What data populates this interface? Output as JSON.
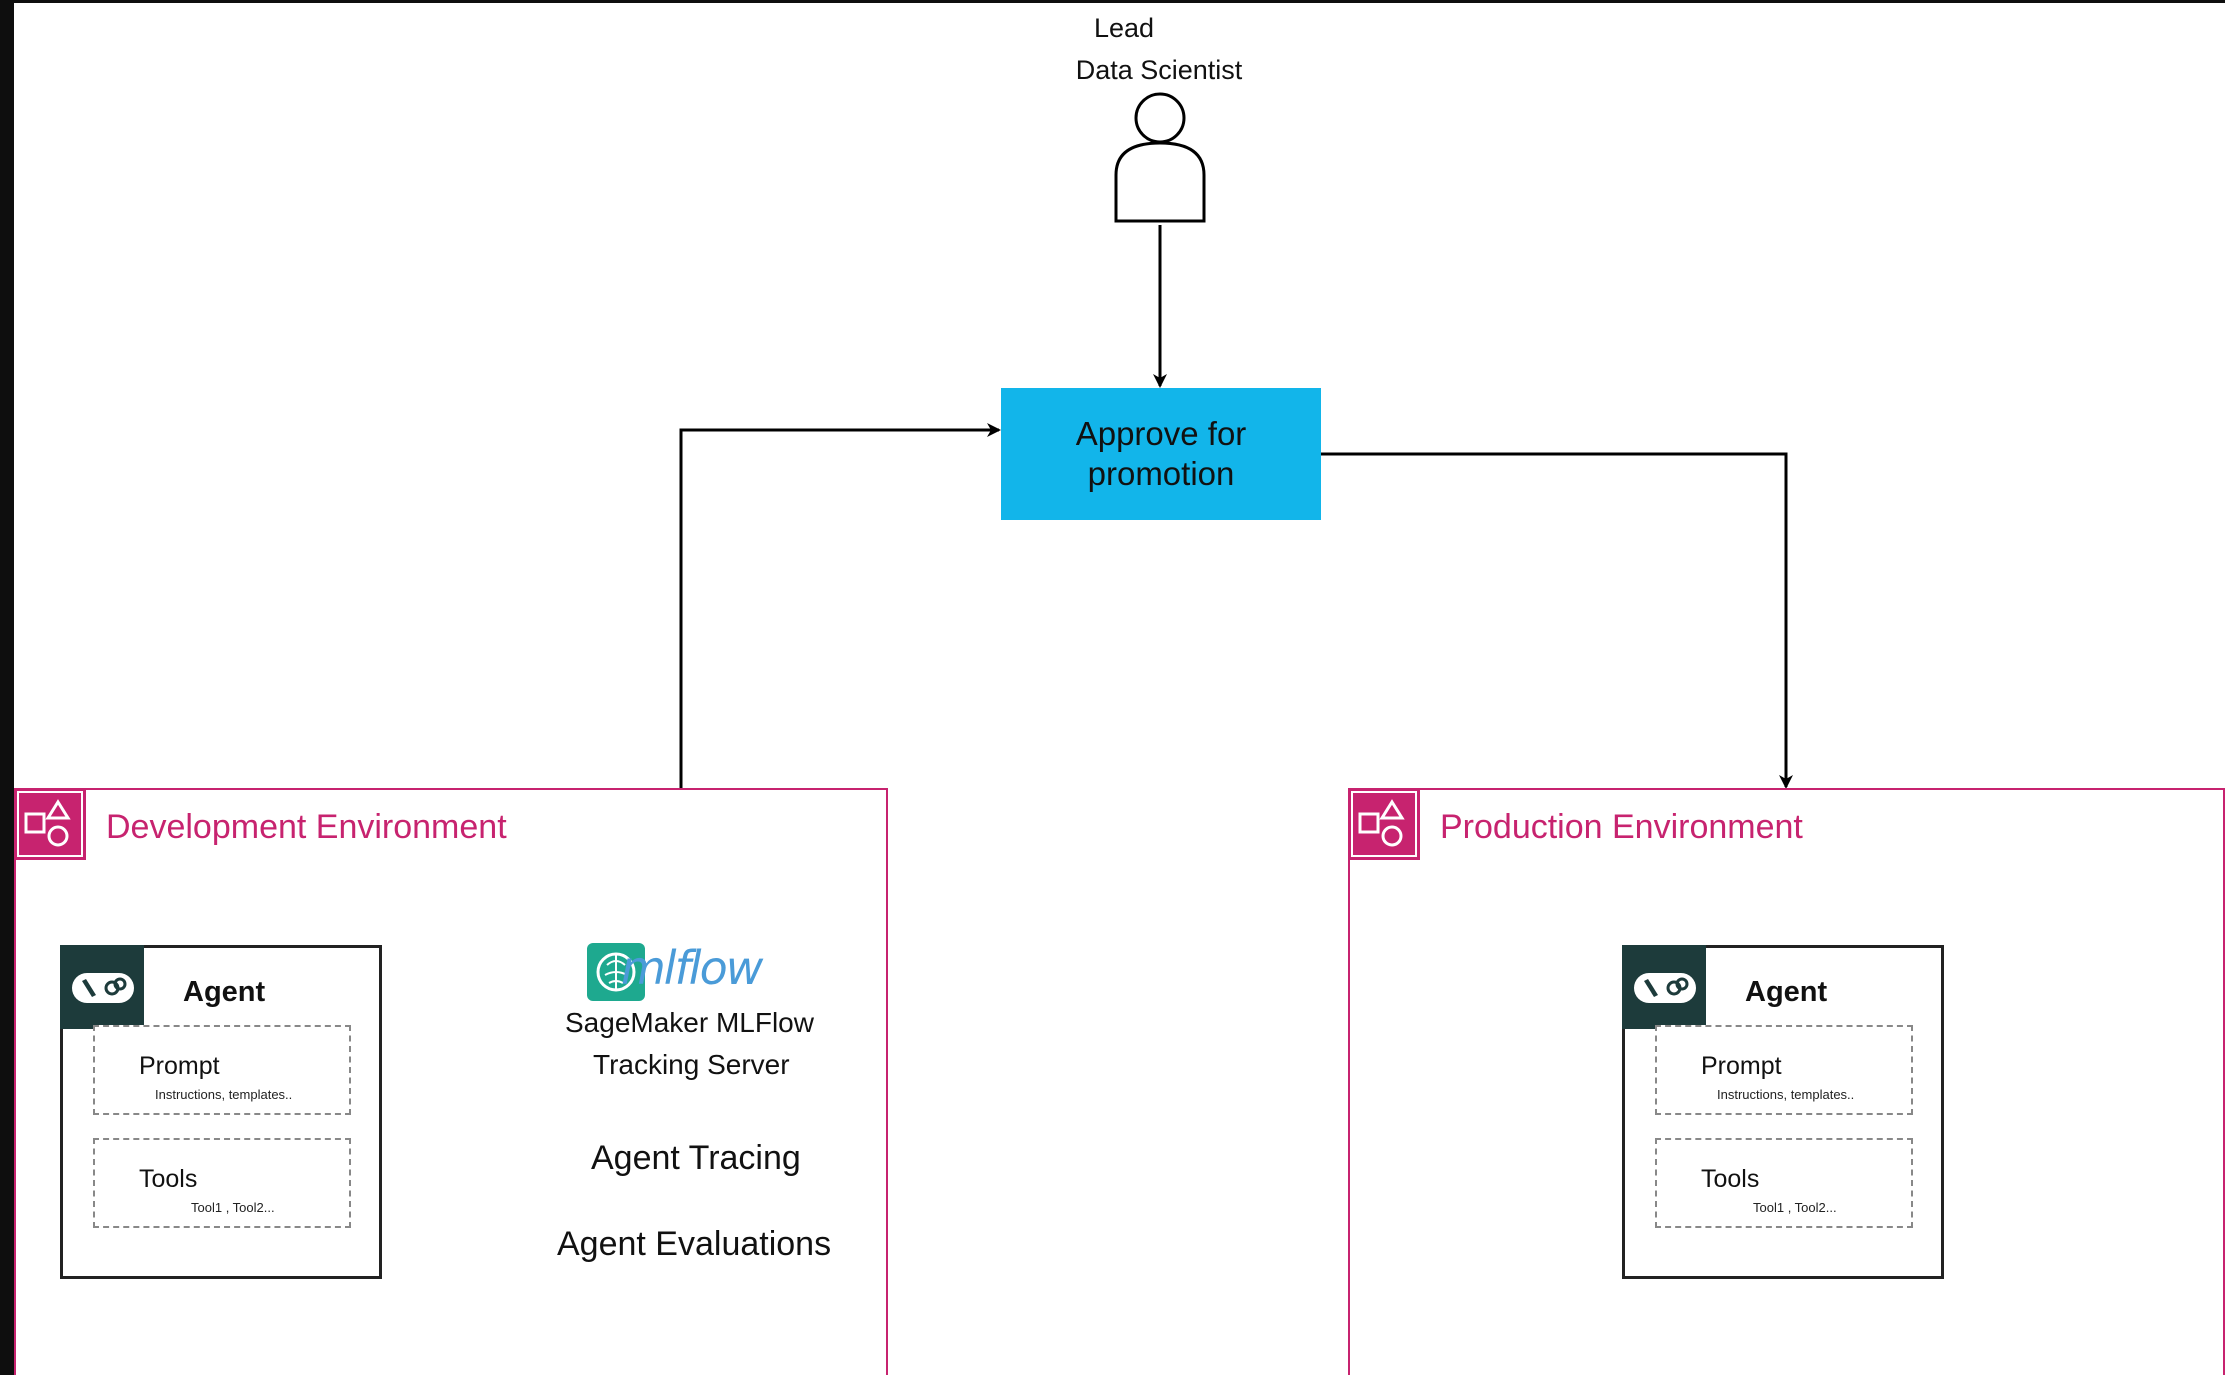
{
  "person": {
    "label_line1": "Lead",
    "label_line2": "Data Scientist",
    "icon": "user-icon"
  },
  "approval": {
    "label": "Approve for promotion",
    "color": "#12b5ea"
  },
  "environments": {
    "development": {
      "title": "Development Environment",
      "agent": {
        "title": "Agent",
        "prompt": {
          "title": "Prompt",
          "sub": "Instructions, templates.."
        },
        "tools": {
          "title": "Tools",
          "sub": "Tool1 , Tool2..."
        }
      }
    },
    "production": {
      "title": "Production Environment",
      "agent": {
        "title": "Agent",
        "prompt": {
          "title": "Prompt",
          "sub": "Instructions, templates.."
        },
        "tools": {
          "title": "Tools",
          "sub": "Tool1 , Tool2..."
        }
      }
    }
  },
  "mlflow": {
    "logo_text": "mlflow",
    "server_line1": "SageMaker MLFlow",
    "server_line2": "Tracking Server",
    "tracing": "Agent Tracing",
    "evaluations": "Agent Evaluations"
  },
  "colors": {
    "environment_accent": "#c7236f",
    "agent_header": "#1d3b3b",
    "mlflow_icon": "#1ea98f"
  }
}
